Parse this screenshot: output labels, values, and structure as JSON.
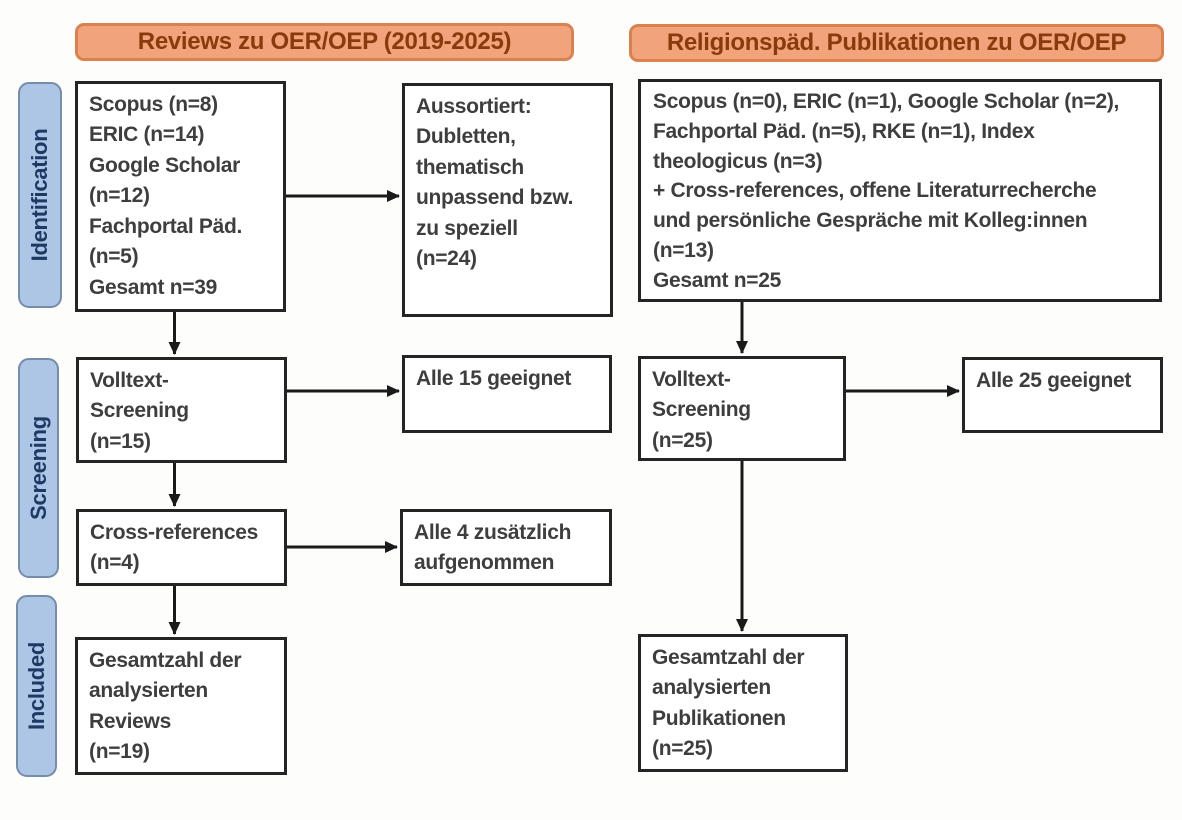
{
  "stages": [
    {
      "label": "Identification"
    },
    {
      "label": "Screening"
    },
    {
      "label": "Included"
    }
  ],
  "columns": {
    "left": {
      "header": "Reviews zu OER/OEP (2019-2025)",
      "boxes": {
        "sources": "Scopus (n=8)\nERIC (n=14)\nGoogle Scholar\n(n=12)\nFachportal Päd.\n(n=5)\nGesamt n=39",
        "excluded": "Aussortiert:\nDubletten,\nthematisch\nunpassend bzw.\nzu speziell\n(n=24)",
        "fulltext_screening": "Volltext-\nScreening\n(n=15)",
        "all_suitable": "Alle 15 geeignet",
        "cross_references": "Cross-references\n(n=4)",
        "additional_included": "Alle 4 zusätzlich\naufgenommen",
        "total": "Gesamtzahl der\nanalysierten\nReviews\n(n=19)"
      }
    },
    "right": {
      "header": "Religionspäd. Publikationen zu OER/OEP",
      "boxes": {
        "sources": "Scopus (n=0), ERIC (n=1), Google Scholar (n=2),\nFachportal Päd. (n=5), RKE (n=1), Index\ntheologicus (n=3)\n+ Cross-references, offene Literaturrecherche\nund persönliche Gespräche mit Kolleg:innen\n(n=13)\nGesamt n=25",
        "fulltext_screening": "Volltext-\nScreening\n(n=25)",
        "all_suitable": "Alle 25 geeignet",
        "total": "Gesamtzahl der\nanalysierten\nPublikationen\n(n=25)"
      }
    }
  },
  "colors": {
    "header_fill": "#F1A47B",
    "header_border": "#DB8150",
    "header_text": "#8A3B0E",
    "stage_fill": "#AEC6E6",
    "stage_border": "#758CAD",
    "stage_text": "#1F3864",
    "box_border": "#242424",
    "box_text": "#3E3E3E",
    "arrow": "#1A1A1A"
  }
}
